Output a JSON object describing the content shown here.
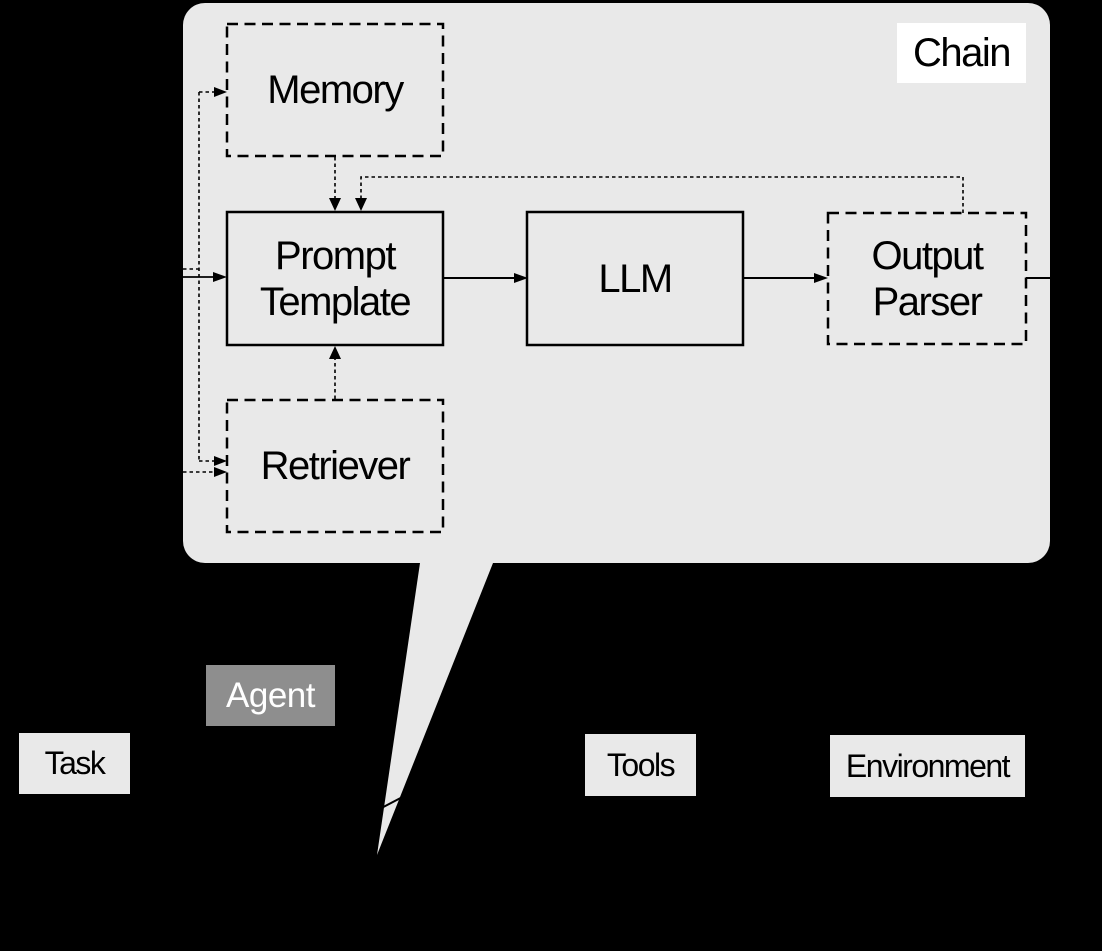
{
  "chain": {
    "label": "Chain",
    "nodes": {
      "memory": "Memory",
      "prompt_template": "Prompt\nTemplate",
      "llm": "LLM",
      "output_parser": "Output\nParser",
      "retriever": "Retriever"
    }
  },
  "agent": {
    "label": "Agent"
  },
  "bottom_labels": {
    "task": "Task",
    "tools": "Tools",
    "environment": "Environment"
  },
  "colors": {
    "background": "#000000",
    "chain_panel_fill": "#e9e9e9",
    "node_fill": "#e9e9e9",
    "wire": "#000000",
    "chain_label_bg": "#ffffff",
    "chain_label_text": "#000000",
    "agent_bg": "#8e8e8e",
    "agent_text": "#ffffff",
    "small_label_bg": "#e9e9e9",
    "small_label_text": "#000000"
  }
}
